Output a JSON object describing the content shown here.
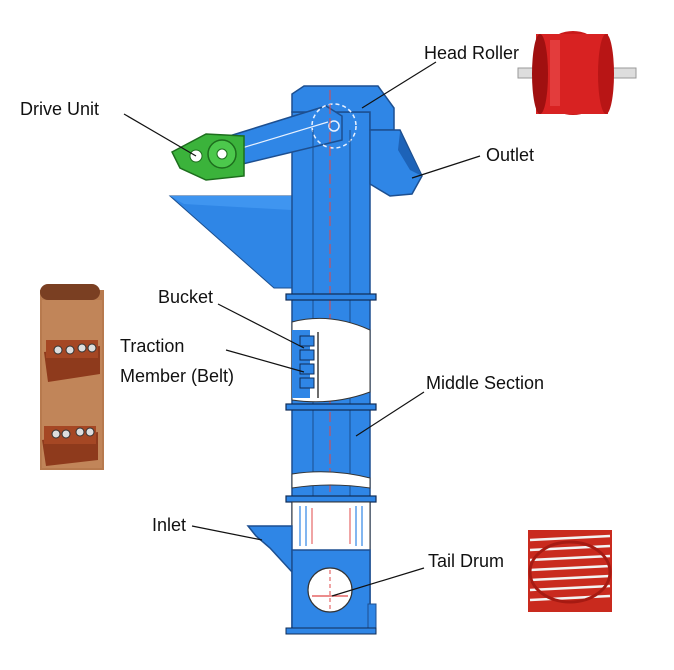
{
  "labels": {
    "head_roller": "Head Roller",
    "drive_unit": "Drive Unit",
    "outlet": "Outlet",
    "bucket": "Bucket",
    "traction_line1": "Traction",
    "traction_line2": "Member (Belt)",
    "middle_section": "Middle Section",
    "inlet": "Inlet",
    "tail_drum": "Tail Drum"
  },
  "colors": {
    "casing": "#2f86e6",
    "casing_dark": "#1d63b8",
    "drive": "#2ecc40",
    "roller_red": "#d81e1e",
    "bucket_brown": "#9e4a26",
    "belt_brown": "#b77a4e",
    "outline": "#202020"
  },
  "icons": [
    "head-roller-photo",
    "tail-drum-photo",
    "bucket-belt-photo"
  ]
}
